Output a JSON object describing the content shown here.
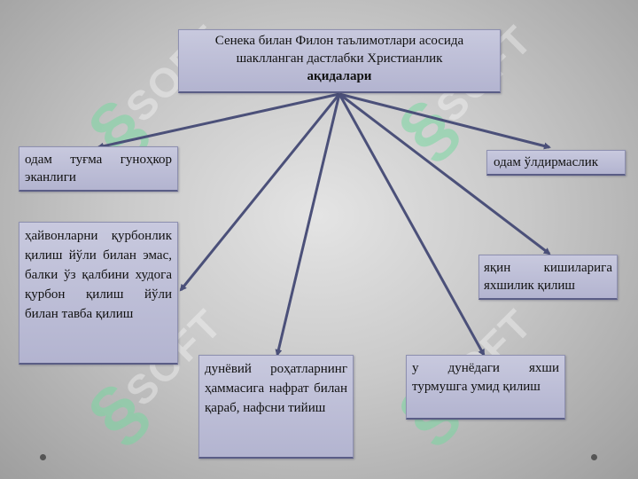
{
  "watermark": {
    "text": "SOFT",
    "glyph": "§"
  },
  "root": {
    "line1": "Сенека билан Филон таълимотлари асосида",
    "line2": "шаклланган дастлабки Христианлик",
    "line3": "ақидалари"
  },
  "nodes": {
    "birth_sin": "одам туғма гуноҳкор эканлиги",
    "no_killing": "одам ўлдирмаслик",
    "sacrifice": "ҳайвонларни қурбонлик қилиш йўли билан эмас, балки ўз қалбини худога қурбон қилиш йўли билан тавба қилиш",
    "kindness": "яқин кишиларига яхшилик қилиш",
    "worldly": "дунёвий роҳатларнинг ҳаммасига нафрат билан қараб, нафсни тийиш",
    "afterlife": "у дунёдаги яхши турмушга умид қилиш"
  },
  "colors": {
    "arrow": "#4b5079",
    "box_fill": "#bdbed6",
    "box_border": "#5a5d86"
  }
}
